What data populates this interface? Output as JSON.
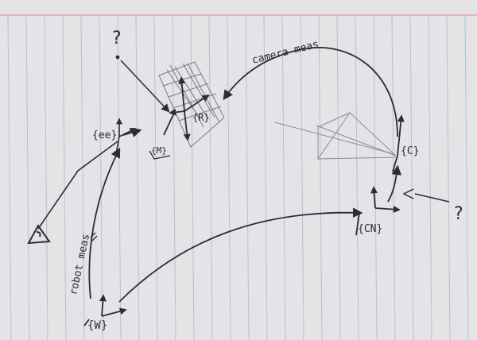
{
  "sketch": {
    "question_top": "?",
    "question_right": "?",
    "frame_ee": "{ee}",
    "frame_m": "{M}",
    "frame_r": "{R}",
    "frame_c": "{C}",
    "frame_cn": "{CN}",
    "frame_w": "{W}",
    "camera_meas": "camera meas",
    "robot_meas": "robot meas"
  },
  "colors": {
    "paper": "#e4e3e6",
    "rule_blue": "#a9b6d2",
    "margin_red": "#d98a95",
    "ink": "#2b2d36",
    "pencil": "#8b8d96"
  }
}
